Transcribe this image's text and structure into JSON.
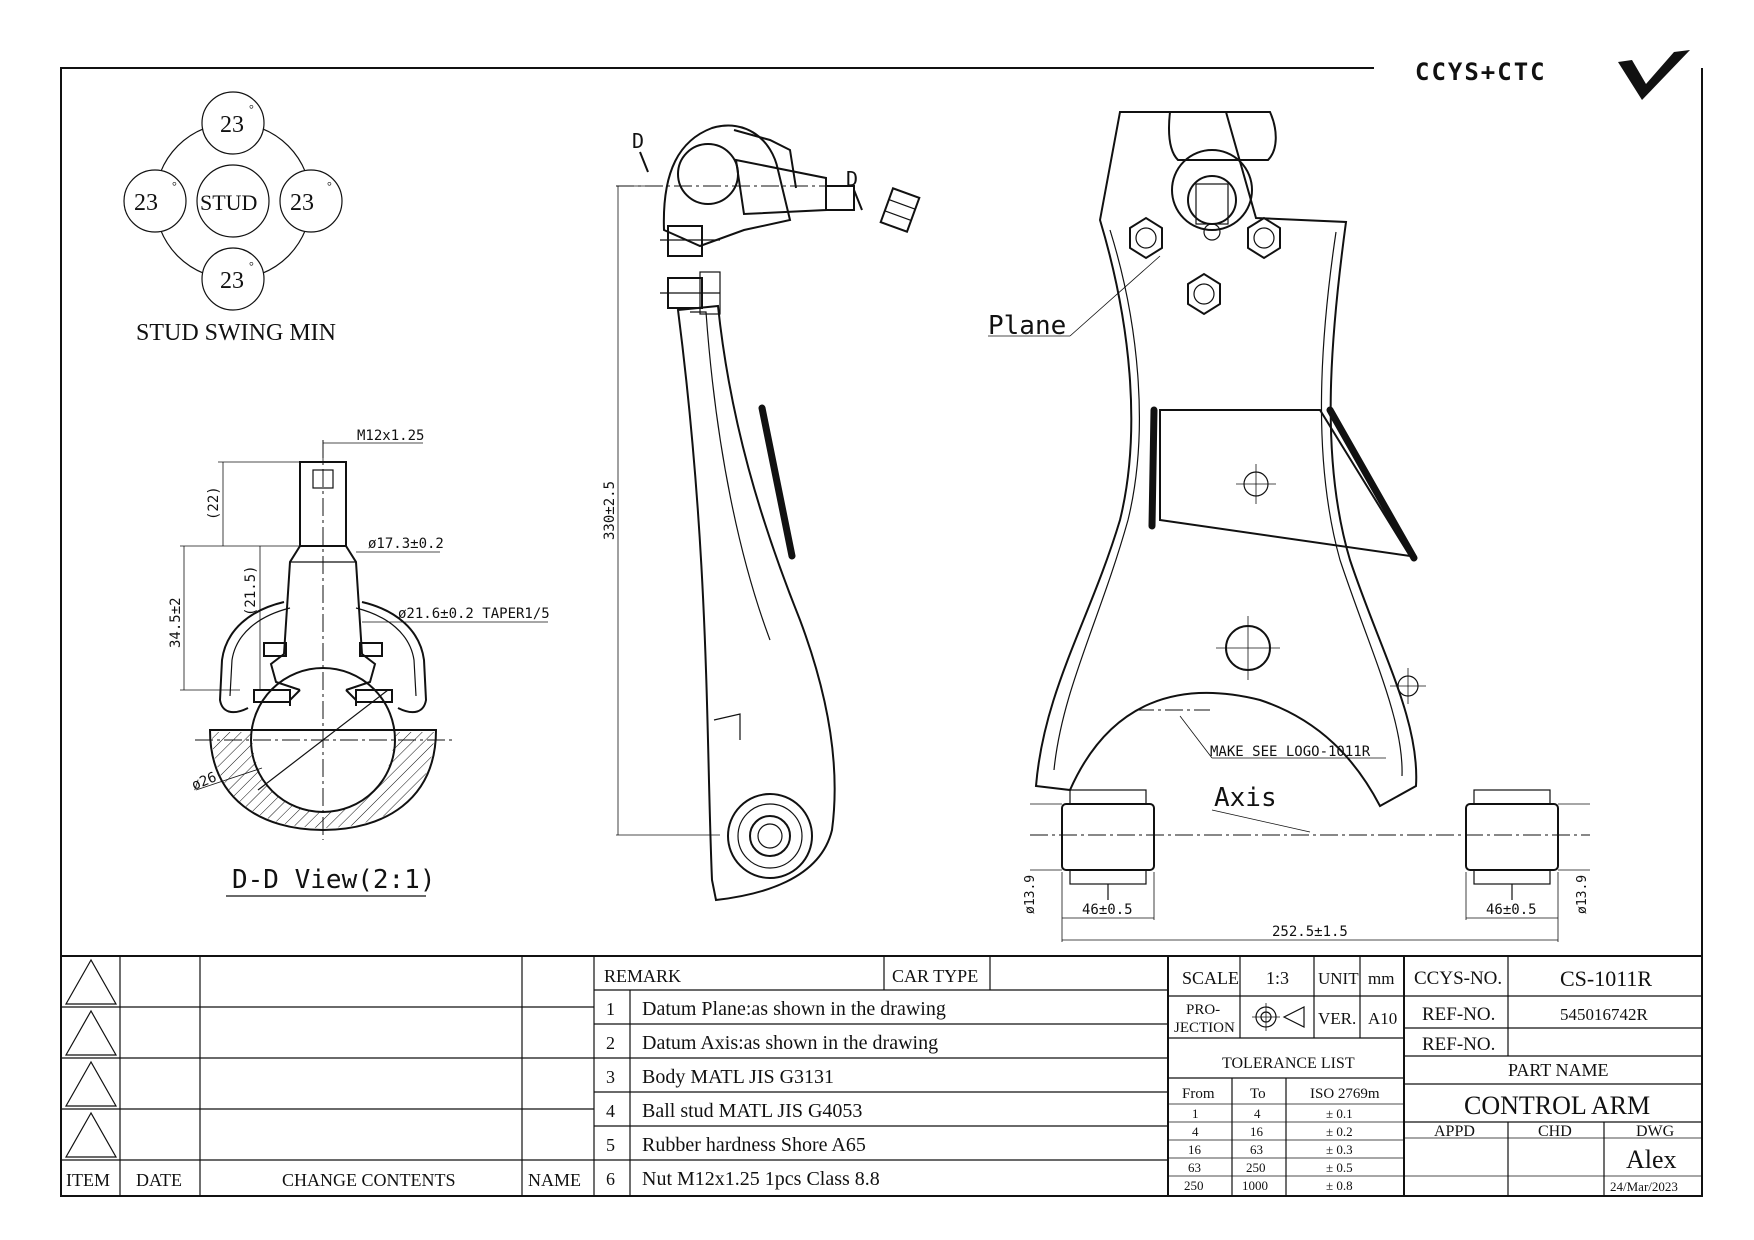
{
  "logo": {
    "text": "CCYS+CTC"
  },
  "swing": {
    "label": "STUD SWING MIN",
    "center": "STUD",
    "top": "23",
    "left": "23",
    "right": "23",
    "bottom": "23"
  },
  "dd_view": {
    "title": "D-D View(2:1)",
    "thread": "M12x1.25",
    "d22": "(22)",
    "d215": "(21.5)",
    "d345": "34.5±2",
    "dia173": "ø17.3±0.2",
    "dia216": "ø21.6±0.2 TAPER1/5",
    "dia26": "ø26"
  },
  "side_view": {
    "section_d1": "D",
    "section_d2": "D",
    "length": "330±2.5"
  },
  "front_view": {
    "plane": "Plane",
    "axis": "Axis",
    "logo_note": "MAKE SEE LOGO-1011R",
    "bush_left_width": "46±0.5",
    "bush_right_width": "46±0.5",
    "overall": "252.5±1.5",
    "bush_dia_left": "ø13.9",
    "bush_dia_right": "ø13.9"
  },
  "revision": {
    "headers": {
      "item": "ITEM",
      "date": "DATE",
      "change": "CHANGE CONTENTS",
      "name": "NAME"
    }
  },
  "remarks": {
    "header": "REMARK",
    "car_type": "CAR TYPE",
    "items": [
      {
        "no": "1",
        "text": "Datum Plane:as shown in the drawing"
      },
      {
        "no": "2",
        "text": "Datum Axis:as shown in the drawing"
      },
      {
        "no": "3",
        "text": "Body MATL JIS G3131"
      },
      {
        "no": "4",
        "text": "Ball stud MATL JIS G4053"
      },
      {
        "no": "5",
        "text": "Rubber hardness Shore A65"
      },
      {
        "no": "6",
        "text": "Nut M12x1.25 1pcs Class 8.8"
      }
    ]
  },
  "spec": {
    "scale_label": "SCALE",
    "scale": "1:3",
    "unit_label": "UNIT",
    "unit": "mm",
    "projection_label_1": "PRO-",
    "projection_label_2": "JECTION",
    "ver_label": "VER.",
    "ver": "A10",
    "tolerance_title": "TOLERANCE LIST",
    "tol_headers": {
      "from": "From",
      "to": "To",
      "iso": "ISO 2769m"
    },
    "tolerances": [
      {
        "from": "1",
        "to": "4",
        "tol": "± 0.1"
      },
      {
        "from": "4",
        "to": "16",
        "tol": "± 0.2"
      },
      {
        "from": "16",
        "to": "63",
        "tol": "± 0.3"
      },
      {
        "from": "63",
        "to": "250",
        "tol": "± 0.5"
      },
      {
        "from": "250",
        "to": "1000",
        "tol": "± 0.8"
      }
    ]
  },
  "title_block": {
    "ccys_label": "CCYS-NO.",
    "ccys_no": "CS-1011R",
    "ref_label": "REF-NO.",
    "ref_no": "545016742R",
    "ref_label2": "REF-NO.",
    "ref_no2": "",
    "part_name_label": "PART NAME",
    "part_name": "CONTROL ARM",
    "appd": "APPD",
    "chd": "CHD",
    "dwg": "DWG",
    "drawn_by": "Alex",
    "date": "24/Mar/2023"
  }
}
